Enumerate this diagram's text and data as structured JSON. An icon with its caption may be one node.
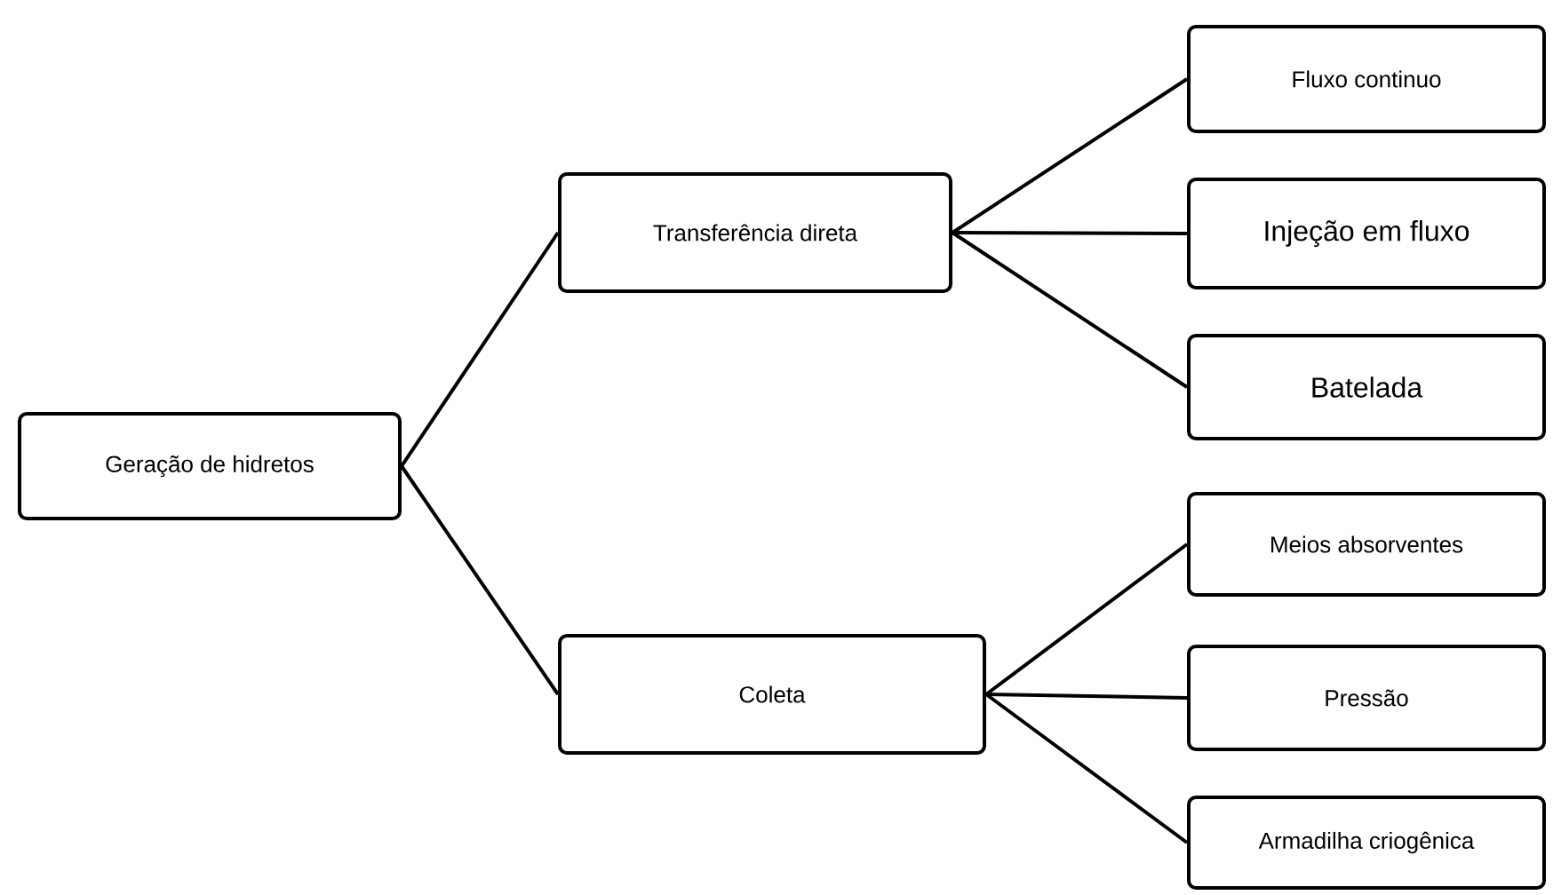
{
  "diagram": {
    "nodes": [
      {
        "text": [
          "Geração de hidretos"
        ]
      },
      {
        "text": [
          "Transferência direta"
        ]
      },
      {
        "text": [
          "Coleta"
        ]
      },
      {
        "text": [
          "Fluxo continuo"
        ]
      },
      {
        "text": [
          "Injeção em fluxo"
        ]
      },
      {
        "text": [
          "Batelada"
        ]
      },
      {
        "text": [
          "Meios absorventes"
        ]
      },
      {
        "text": [
          "Pressão"
        ]
      },
      {
        "text": [
          "Armadilha criogênica"
        ]
      }
    ],
    "edges": [
      {
        "from": 0,
        "to": 1,
        "arrow": "none"
      },
      {
        "from": 0,
        "to": 2,
        "arrow": "none"
      },
      {
        "from": 1,
        "to": 3,
        "arrow": "none"
      },
      {
        "from": 1,
        "to": 4,
        "arrow": "none"
      },
      {
        "from": 1,
        "to": 5,
        "arrow": "none"
      },
      {
        "from": 2,
        "to": 6,
        "arrow": "none"
      },
      {
        "from": 2,
        "to": 7,
        "arrow": "none"
      },
      {
        "from": 2,
        "to": 8,
        "arrow": "none"
      }
    ]
  }
}
